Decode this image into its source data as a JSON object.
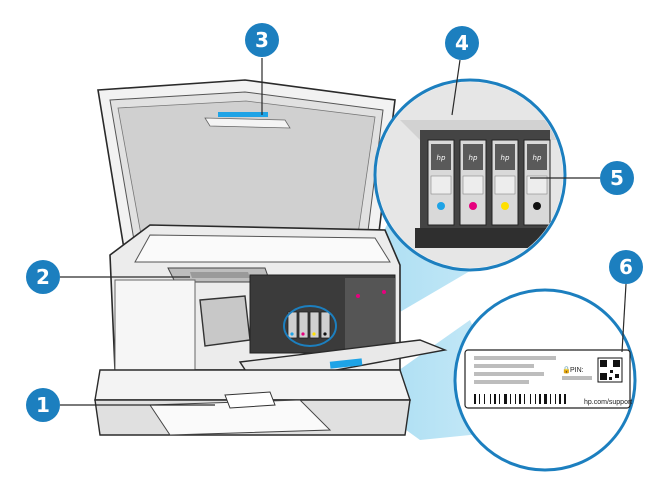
{
  "colors": {
    "callout": "#1c7fbf",
    "highlight": "#8fd3ef",
    "line": "#2a2a2a",
    "cyan": "#1ea3e6",
    "magenta": "#e6007e",
    "yellow": "#ffe000",
    "black": "#111111"
  },
  "callouts": [
    {
      "number": "1",
      "part": "output-tray"
    },
    {
      "number": "2",
      "part": "print-carriage-access"
    },
    {
      "number": "3",
      "part": "scanner-lid-handle"
    },
    {
      "number": "4",
      "part": "cartridge-access-area"
    },
    {
      "number": "5",
      "part": "ink-cartridges"
    },
    {
      "number": "6",
      "part": "product-label"
    }
  ],
  "cartridges": [
    {
      "color": "cyan",
      "logo": "hp"
    },
    {
      "color": "magenta",
      "logo": "hp"
    },
    {
      "color": "yellow",
      "logo": "hp"
    },
    {
      "color": "black",
      "logo": "hp"
    }
  ],
  "label": {
    "pin_text": "PIN:",
    "url": "hp.com/support"
  }
}
